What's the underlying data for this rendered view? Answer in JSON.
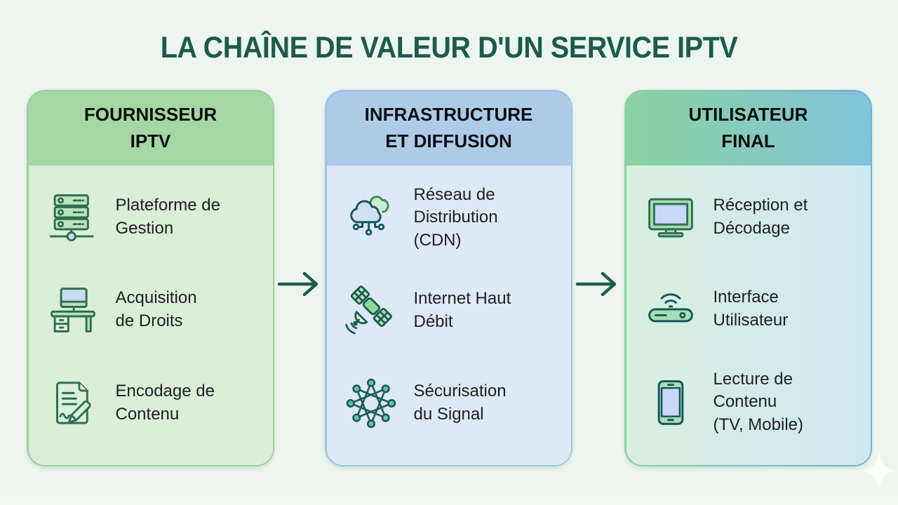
{
  "title": "LA CHAÎNE DE VALEUR D'UN SERVICE IPTV",
  "columns": [
    {
      "header": "FOURNISSEUR\nIPTV",
      "items": [
        {
          "icon": "server-stack-icon",
          "label": "Plateforme de\nGestion"
        },
        {
          "icon": "desk-computer-icon",
          "label": "Acquisition\nde Droits"
        },
        {
          "icon": "document-pencil-icon",
          "label": "Encodage de\nContenu"
        }
      ]
    },
    {
      "header": "INFRASTRUCTURE\nET DIFFUSION",
      "items": [
        {
          "icon": "cloud-network-icon",
          "label": "Réseau de\nDistribution\n(CDN)"
        },
        {
          "icon": "satellite-icon",
          "label": "Internet Haut\nDébit"
        },
        {
          "icon": "mesh-network-icon",
          "label": "Sécurisation\ndu Signal"
        }
      ]
    },
    {
      "header": "UTILISATEUR\nFINAL",
      "items": [
        {
          "icon": "tv-screen-icon",
          "label": "Réception et\nDécodage"
        },
        {
          "icon": "wifi-router-icon",
          "label": "Interface\nUtilisateur"
        },
        {
          "icon": "smartphone-icon",
          "label": "Lecture de\nContenu\n(TV, Mobile)"
        }
      ]
    }
  ],
  "arrows": [
    {
      "icon": "right-arrow-icon"
    },
    {
      "icon": "right-arrow-icon"
    }
  ],
  "decorations": [
    {
      "icon": "sparkle-icon"
    }
  ],
  "colors": {
    "background": "#edf6ee",
    "title_text": "#1d5a4e",
    "arrow": "#1d5c50",
    "header_text": "#0d0d0d",
    "item_text": "#1f1f1f",
    "col1_header_bg": "#a4d7a4",
    "col1_body_bg": "#daeed8",
    "col2_header_bg": "#adcbe9",
    "col2_body_bg": "#dde9f6",
    "col3_header_gradient_start": "#8ad2a0",
    "col3_header_gradient_end": "#82c3db",
    "col3_body_gradient_start": "#d8efe0",
    "col3_body_gradient_end": "#cfe9f2",
    "icon_stroke_green": "#2f6e50",
    "icon_stroke_teal": "#17565c",
    "icon_fill_green": "#b9e4bd",
    "icon_fill_blue": "#c9dcf5"
  }
}
